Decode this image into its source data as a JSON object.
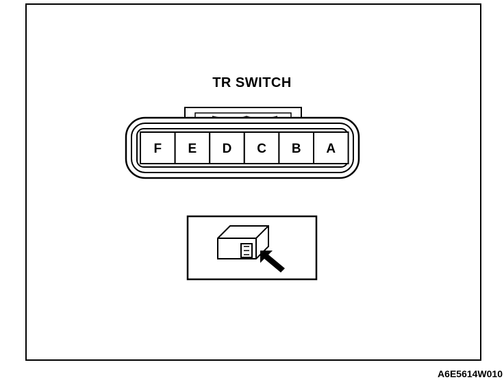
{
  "title": "TR SWITCH",
  "pins": [
    "F",
    "E",
    "D",
    "C",
    "B",
    "A"
  ],
  "figure_code": "A6E5614W010",
  "icons": {
    "connector_view": "connector-arrow-icon"
  }
}
